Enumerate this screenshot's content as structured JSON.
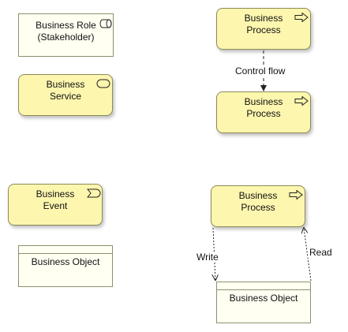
{
  "elements": {
    "business_role": "Business Role\n(Stakeholder)",
    "business_service": "Business\nService",
    "business_event": "Business\nEvent",
    "business_object_left": "Business Object",
    "process_top": "Business\nProcess",
    "process_mid": "Business\nProcess",
    "process_bottom": "Business\nProcess",
    "business_object_right": "Business Object"
  },
  "connections": {
    "control_flow": "Control flow",
    "write": "Write",
    "read": "Read"
  },
  "icons": {
    "role": "role-cylinder-icon",
    "service": "service-rounded-icon",
    "event": "event-notch-icon",
    "process": "process-arrow-icon"
  }
}
